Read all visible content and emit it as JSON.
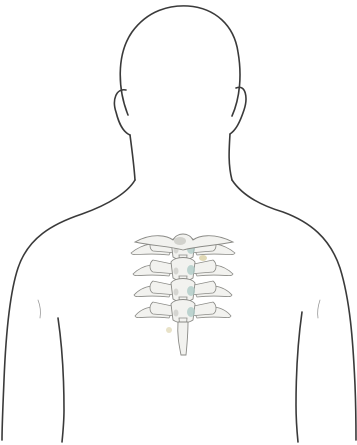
{
  "figure": {
    "subject": "posterior-back-view",
    "icons": [
      "body-outline",
      "thoracic-spine-illustration"
    ],
    "colors": {
      "background": "#ffffff",
      "outline": "#3a3a3a",
      "bone_fill": "#f2f2ef",
      "bone_edge": "#8a8a86",
      "bone_shadow": "#c9c9c4",
      "joint_highlight": "#a9c8c4",
      "ligament_tint": "#d9cfa3"
    }
  }
}
